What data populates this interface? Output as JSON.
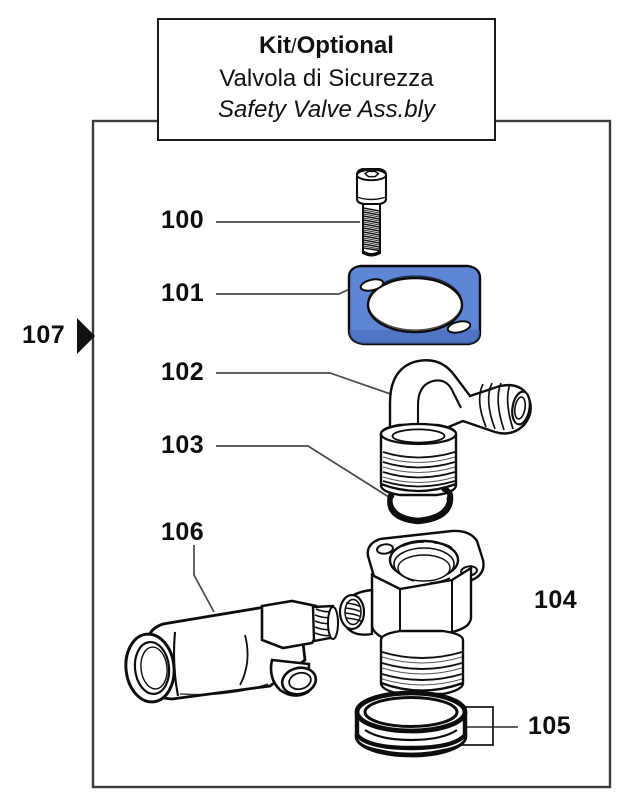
{
  "document": {
    "type": "exploded-parts-diagram",
    "title_box": {
      "heading": "Kit",
      "heading_separator": "/",
      "heading_suffix": "Optional",
      "subtitle_it": "Valvola di Sicurezza",
      "subtitle_en": "Safety Valve Ass.bly"
    },
    "frame": {
      "stroke_color": "#3c3c3c"
    }
  },
  "callouts": [
    {
      "id": "100",
      "label": "100",
      "part": "socket-head-cap-screw"
    },
    {
      "id": "101",
      "label": "101",
      "part": "flange-gasket",
      "highlight_color": "#5f85d6"
    },
    {
      "id": "102",
      "label": "102",
      "part": "elbow-fitting"
    },
    {
      "id": "103",
      "label": "103",
      "part": "o-ring"
    },
    {
      "id": "104",
      "label": "104",
      "part": "valve-body"
    },
    {
      "id": "105",
      "label": "105",
      "part": "seal-ring-pair"
    },
    {
      "id": "106",
      "label": "106",
      "part": "tee-valve-housing"
    },
    {
      "id": "107",
      "label": "107",
      "part": "assembly-group-marker"
    }
  ],
  "colors": {
    "ink": "#100f10",
    "outline": "#0d0d0d",
    "highlight_blue": "#5f85d6",
    "highlight_blue_dark": "#4468b8",
    "frame": "#3c3c3c",
    "leader": "#4a4a4a",
    "paper": "#ffffff"
  }
}
